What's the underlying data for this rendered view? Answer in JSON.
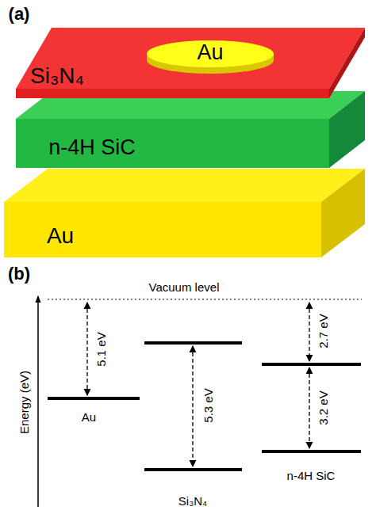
{
  "diagram": {
    "nodes": [
      {
        "text": [
          "Au"
        ]
      },
      {
        "text": [
          "Si₃N₄"
        ]
      },
      {
        "text": [
          "n-4H SiC"
        ]
      },
      {
        "text": [
          "Au"
        ]
      }
    ],
    "labels": [
      "(a)",
      "(b)",
      "Vacuum level",
      "Energy (eV)",
      "5.1 eV",
      "5.3 eV",
      "2.7 eV",
      "3.2 eV",
      "Au",
      "Si₃N₄",
      "n-4H SiC"
    ]
  }
}
